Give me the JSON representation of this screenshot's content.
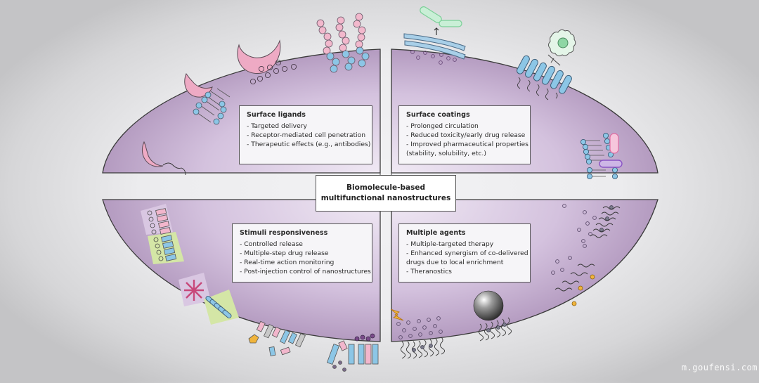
{
  "diagram": {
    "center_title_line1": "Biomolecule-based",
    "center_title_line2": "multifunctional nanostructures",
    "quadrants": [
      {
        "id": "top-left",
        "title": "Surface ligands",
        "items": [
          "- Targeted delivery",
          "- Receptor-mediated cell penetration",
          "- Therapeutic effects (e.g., antibodies)"
        ]
      },
      {
        "id": "top-right",
        "title": "Surface coatings",
        "items": [
          "- Prolonged circulation",
          "- Reduced toxicity/early drug release",
          "- Improved pharmaceutical properties",
          "(stability, solubility, etc.)"
        ]
      },
      {
        "id": "bottom-left",
        "title": "Stimuli responsiveness",
        "items": [
          "- Controlled release",
          "- Multiple-step drug release",
          "- Real-time action monitoring",
          "- Post-injection control of nanostructures"
        ]
      },
      {
        "id": "bottom-right",
        "title": "Multiple agents",
        "items": [
          "- Multiple-targeted therapy",
          "- Enhanced synergism of co-delivered",
          "drugs due to local enrichment",
          "- Theranostics"
        ]
      }
    ],
    "colors": {
      "quadrant_fill_dark": "#a98fb6",
      "quadrant_fill_light": "#e9e0ef",
      "pink": "#eeaac4",
      "blue": "#88c4e4",
      "green": "#8fd9a8",
      "purple": "#9a6fc0",
      "yellow": "#f0b43c",
      "lime_patch": "#d6e8a8",
      "lilac_patch": "#d7c5e0"
    }
  },
  "watermark": "m.goufensi.com"
}
